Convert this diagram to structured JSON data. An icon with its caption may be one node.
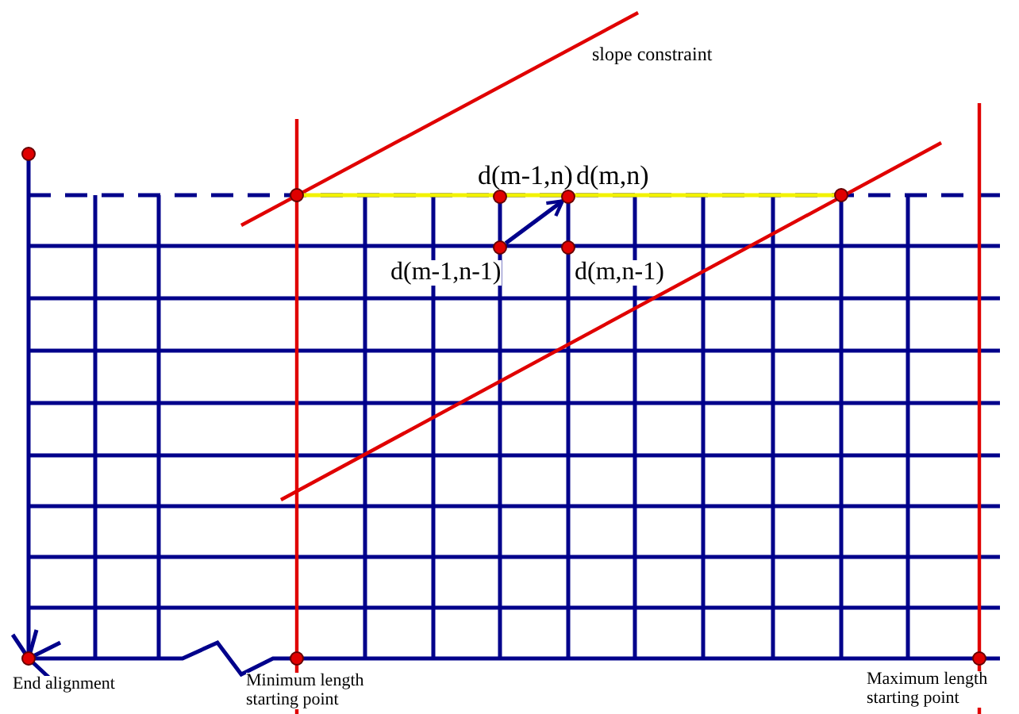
{
  "diagram": {
    "nodes": [
      {
        "text": [],
        "shape": "circle",
        "beside": [
          "d(m-1,n)"
        ]
      },
      {
        "text": [],
        "shape": "circle",
        "beside": [
          "d(m,n)"
        ]
      },
      {
        "text": [],
        "shape": "circle",
        "beside": [
          "d(m-1,n-1)"
        ]
      },
      {
        "text": [],
        "shape": "circle",
        "beside": [
          "d(m,n-1)"
        ]
      }
    ],
    "edges": [
      {
        "from": 2,
        "to": 1,
        "arrow": "to"
      }
    ],
    "labels": [
      "slope constraint",
      "End alignment",
      "Minimum length starting point",
      "Maximum length starting point"
    ]
  }
}
